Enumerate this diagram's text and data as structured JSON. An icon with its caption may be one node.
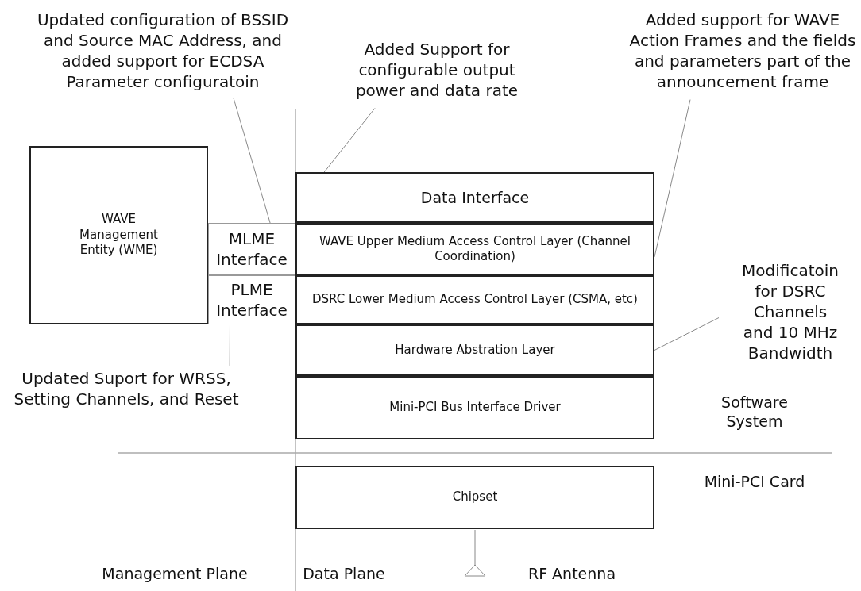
{
  "diagram": {
    "nodes": [
      {
        "text": [
          "WAVE Management Entity (WME)"
        ]
      },
      {
        "text": [
          "MLME Interface"
        ]
      },
      {
        "text": [
          "PLME Interface"
        ]
      },
      {
        "text": [
          "Data Interface"
        ]
      },
      {
        "text": [
          "WAVE Upper Medium Access Control Layer (Channel Coordination)"
        ]
      },
      {
        "text": [
          "DSRC Lower Medium Access Control Layer (CSMA, etc)"
        ]
      },
      {
        "text": [
          "Hardware Abstration Layer"
        ]
      },
      {
        "text": [
          "Mini-PCI Bus Interface Driver"
        ]
      },
      {
        "text": [
          "Chipset"
        ]
      },
      {
        "text": [
          "Updated configuration of BSSID and Source MAC Address, and added support for ECDSA Parameter configuratoin"
        ]
      },
      {
        "text": [
          "Added Support for configurable output power and data rate"
        ]
      },
      {
        "text": [
          "Added support for WAVE Action Frames and the fields and parameters part of the announcement frame"
        ]
      },
      {
        "text": [
          "Modificatoin for DSRC Channels and 10 MHz Bandwidth"
        ]
      },
      {
        "text": [
          "Updated Suport for WRSS, Setting Channels, and Reset"
        ]
      }
    ],
    "edges": [
      {
        "from": 9,
        "to": 1,
        "arrow": "none"
      },
      {
        "from": 10,
        "to": 3,
        "arrow": "none"
      },
      {
        "from": 11,
        "to": 4,
        "arrow": "none"
      },
      {
        "from": 12,
        "to": 6,
        "arrow": "none"
      },
      {
        "from": 13,
        "to": 2,
        "arrow": "none"
      }
    ],
    "labels": [
      "Software System",
      "Mini-PCI Card",
      "Management Plane",
      "Data Plane",
      "RF Antenna"
    ]
  }
}
